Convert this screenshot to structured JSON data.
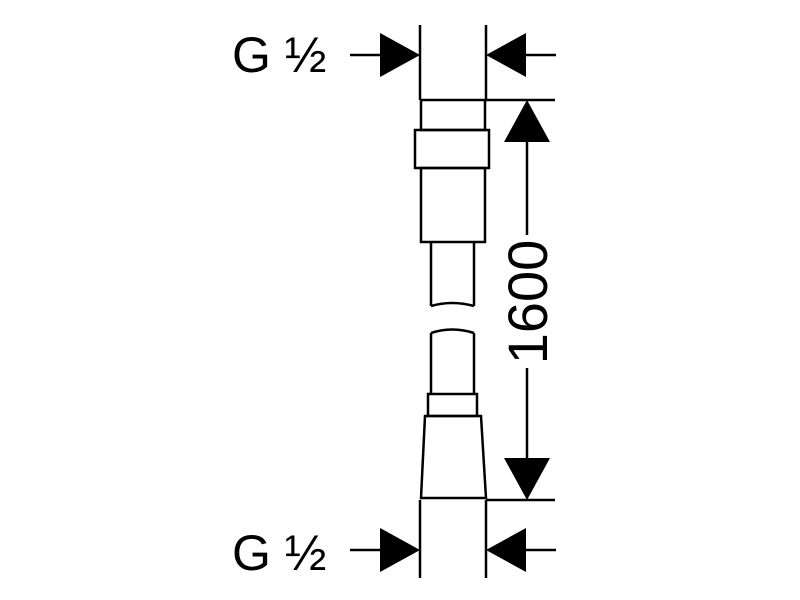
{
  "labels": {
    "thread_top": "G ½",
    "thread_bottom": "G ½",
    "length": "1600"
  },
  "colors": {
    "line": "#000000",
    "background": "#ffffff"
  }
}
